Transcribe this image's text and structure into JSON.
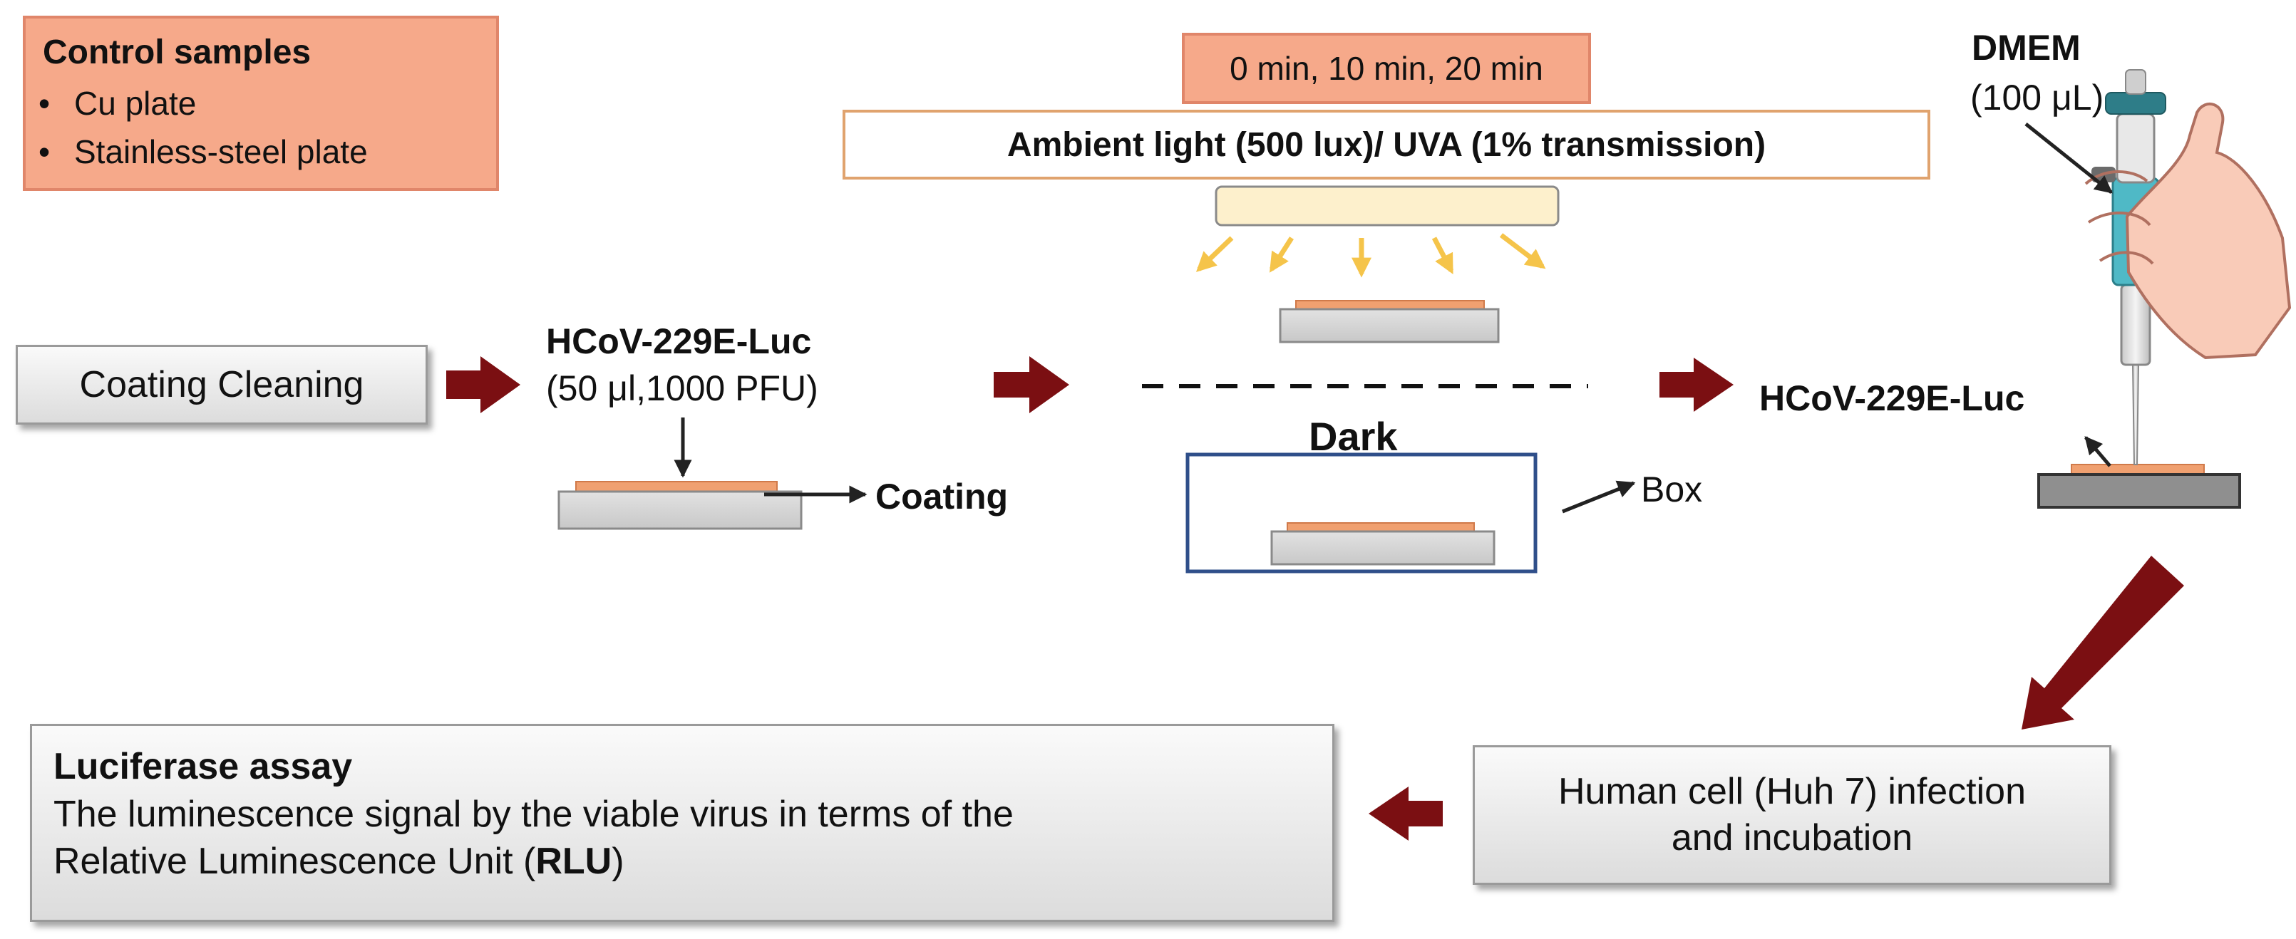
{
  "control_samples": {
    "title": "Control samples",
    "items": [
      "Cu plate",
      "Stainless-steel plate"
    ],
    "bullet": "•"
  },
  "exposure_times": "0 min, 10 min, 20 min",
  "light_condition": "Ambient light (500 lux)/ UVA (1% transmission)",
  "step1": "Coating Cleaning",
  "virus_inoculation": {
    "name": "HCoV-229E-Luc",
    "dose": "(50 μl,1000 PFU)",
    "coating_label": "Coating"
  },
  "dark": {
    "label": "Dark",
    "box_label": "Box"
  },
  "recovery": {
    "medium": "DMEM",
    "volume": "(100 μL)",
    "virus_label": "HCoV-229E-Luc"
  },
  "infection_step": {
    "line1": "Human cell (Huh 7) infection",
    "line2": "and incubation"
  },
  "luciferase": {
    "title": "Luciferase assay",
    "line1": "The luminescence signal by the viable virus in terms of the",
    "line2_prefix": "Relative Luminescence Unit (",
    "line2_bold": "RLU",
    "line2_suffix": ")"
  },
  "colors": {
    "arrow": "#7b0f12",
    "orange_fill": "#f6a98a",
    "coating": "#f0a070",
    "lamp": "#fdf0cc",
    "light_ray": "#f5c44a",
    "box_border": "#2f4f8a"
  }
}
